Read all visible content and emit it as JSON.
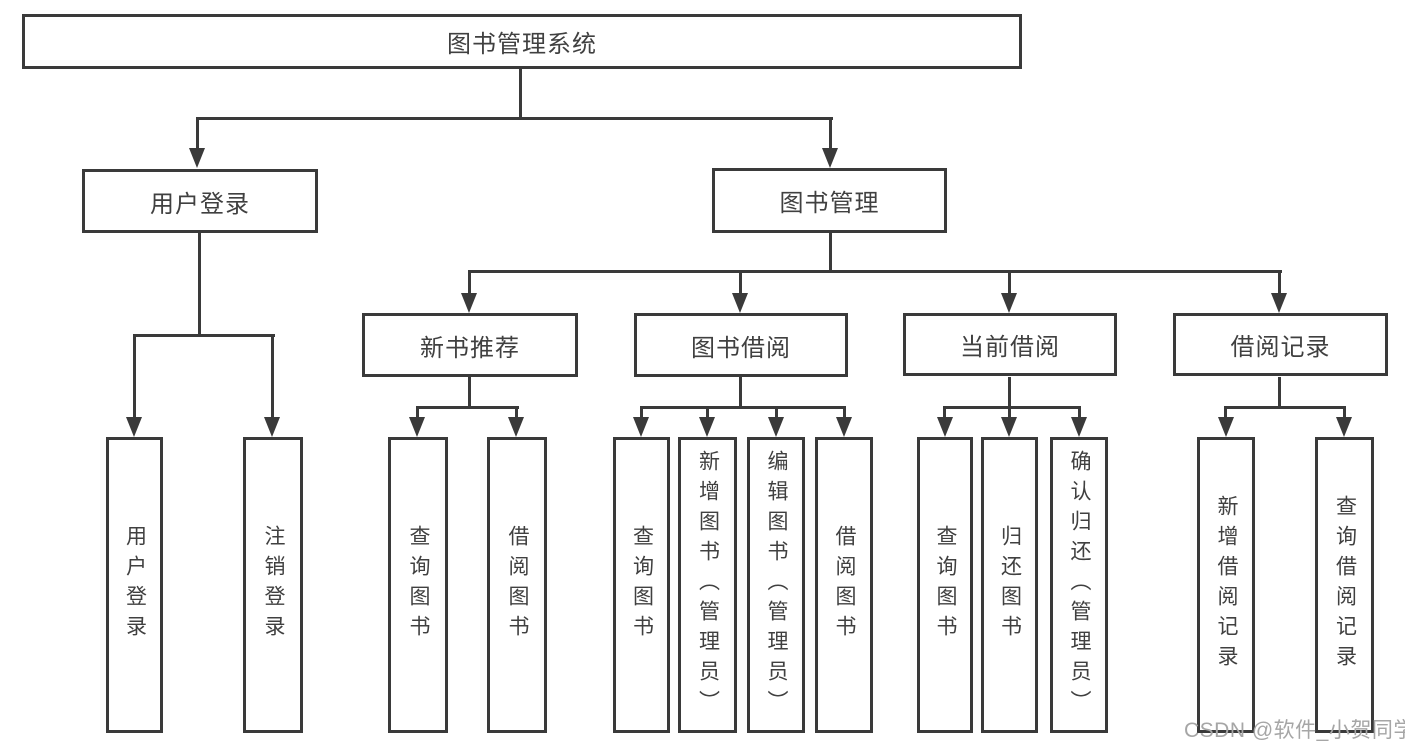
{
  "diagram_title": "图书管理系统",
  "colors": {
    "line": "#3a3a3a",
    "node_border": "#3a3a3a",
    "node_text": "#404040",
    "background": "#ffffff",
    "watermark": "#a6a6a6"
  },
  "hierarchy": {
    "root": {
      "label": "图书管理系统"
    },
    "branches": [
      {
        "label": "用户登录",
        "children": [
          {
            "label": "用户登录"
          },
          {
            "label": "注销登录"
          }
        ]
      },
      {
        "label": "图书管理",
        "sections": [
          {
            "label": "新书推荐",
            "children": [
              {
                "label": "查询图书"
              },
              {
                "label": "借阅图书"
              }
            ]
          },
          {
            "label": "图书借阅",
            "children": [
              {
                "label": "查询图书"
              },
              {
                "label": "新增图书（管理员）"
              },
              {
                "label": "编辑图书（管理员）"
              },
              {
                "label": "借阅图书"
              }
            ]
          },
          {
            "label": "当前借阅",
            "children": [
              {
                "label": "查询图书"
              },
              {
                "label": "归还图书"
              },
              {
                "label": "确认归还（管理员）"
              }
            ]
          },
          {
            "label": "借阅记录",
            "children": [
              {
                "label": "新增借阅记录"
              },
              {
                "label": "查询借阅记录"
              }
            ]
          }
        ]
      }
    ]
  },
  "watermark": {
    "text": "CSDN @软件_小贺同学"
  }
}
